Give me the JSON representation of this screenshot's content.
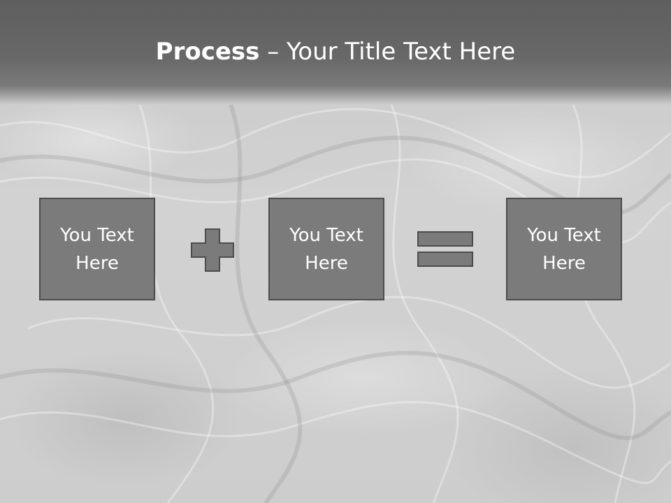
{
  "slide": {
    "title_bold": "Process",
    "title_separator": " – ",
    "title_rest": "Your Title Text Here",
    "steps": [
      {
        "text": "You Text Here"
      },
      {
        "text": "You Text Here"
      },
      {
        "text": "You Text Here"
      }
    ],
    "operators": [
      "plus-icon",
      "equals-icon"
    ],
    "colors": {
      "header": "#666666",
      "box_fill": "#7b7b7b",
      "box_border": "#4c4c4c",
      "text": "#ffffff",
      "background": "#cfcfcf"
    }
  }
}
